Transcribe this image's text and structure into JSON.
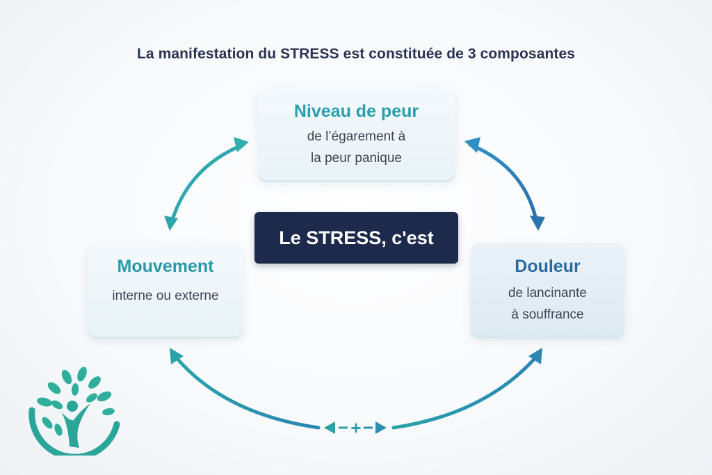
{
  "title": "La manifestation du STRESS est constituée de 3 composantes",
  "center_label": "Le STRESS, c'est",
  "components": {
    "top": {
      "heading": "Niveau de peur",
      "line1": "de l’égarement à",
      "line2": "la peur panique"
    },
    "left": {
      "heading": "Mouvement",
      "line1": "interne ou externe"
    },
    "right": {
      "heading": "Douleur",
      "line1": "de lancinante",
      "line2": "à souffrance"
    }
  },
  "bottom_symbol": "+",
  "colors": {
    "title": "#2a3352",
    "center_box": "#1d2a4b",
    "teal": "#2aa6a8",
    "blue": "#2b6aa0"
  },
  "icons": {
    "logo": "tree-person-icon"
  }
}
